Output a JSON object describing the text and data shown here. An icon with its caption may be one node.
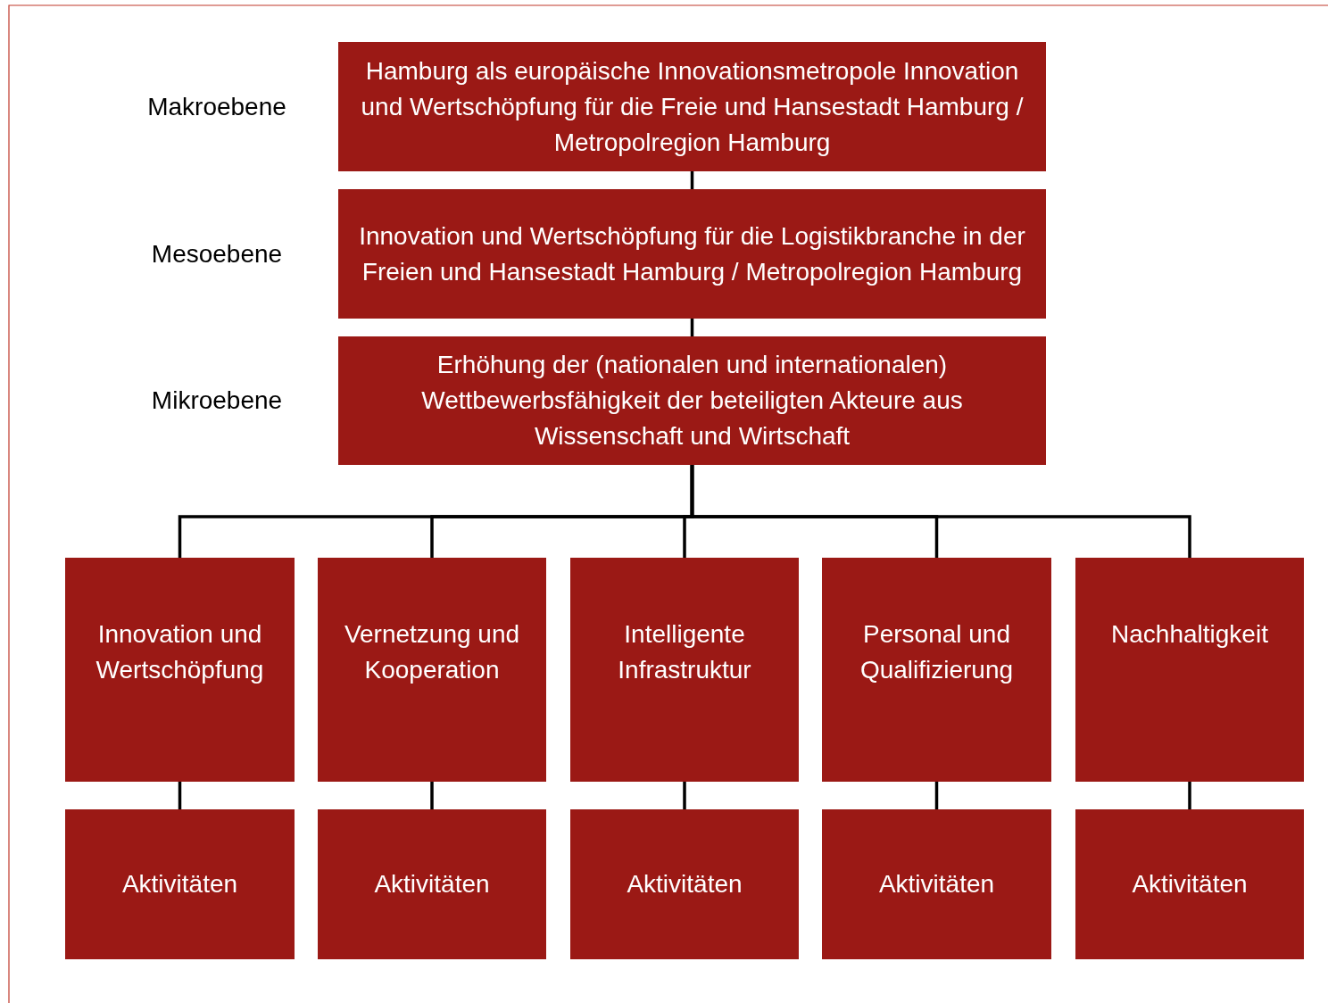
{
  "diagram": {
    "nodes": [
      {
        "text": [
          "Hamburg als europäische Innovationsmetropole Innovation und Wertschöpfung für die Freie und Hansestadt Hamburg / Metropolregion Hamburg"
        ],
        "beside": [
          "Makroebene"
        ]
      },
      {
        "text": [
          "Innovation und Wertschöpfung für die Logistikbranche in der Freien und Hansestadt Hamburg / Metropolregion Hamburg"
        ],
        "beside": [
          "Mesoebene"
        ]
      },
      {
        "text": [
          "Erhöhung der (nationalen und internationalen) Wettbewerbsfähigkeit der beteiligten Akteure aus Wissenschaft und Wirtschaft"
        ],
        "beside": [
          "Mikroebene"
        ]
      },
      {
        "text": [
          "Innovation und Wertschöpfung"
        ]
      },
      {
        "text": [
          "Vernetzung und Kooperation"
        ]
      },
      {
        "text": [
          "Intelligente Infrastruktur"
        ]
      },
      {
        "text": [
          "Personal und Qualifizierung"
        ]
      },
      {
        "text": [
          "Nachhaltigkeit"
        ]
      },
      {
        "text": [
          "Aktivitäten"
        ]
      },
      {
        "text": [
          "Aktivitäten"
        ]
      },
      {
        "text": [
          "Aktivitäten"
        ]
      },
      {
        "text": [
          "Aktivitäten"
        ]
      },
      {
        "text": [
          "Aktivitäten"
        ]
      }
    ],
    "edges": [
      {
        "from": 0,
        "to": 1,
        "arrow": "none"
      },
      {
        "from": 1,
        "to": 2,
        "arrow": "none"
      },
      {
        "from": 2,
        "to": 3,
        "arrow": "none"
      },
      {
        "from": 2,
        "to": 4,
        "arrow": "none"
      },
      {
        "from": 2,
        "to": 5,
        "arrow": "none"
      },
      {
        "from": 2,
        "to": 6,
        "arrow": "none"
      },
      {
        "from": 2,
        "to": 7,
        "arrow": "none"
      },
      {
        "from": 3,
        "to": 8,
        "arrow": "none"
      },
      {
        "from": 4,
        "to": 9,
        "arrow": "none"
      },
      {
        "from": 5,
        "to": 10,
        "arrow": "none"
      },
      {
        "from": 6,
        "to": 11,
        "arrow": "none"
      },
      {
        "from": 7,
        "to": 12,
        "arrow": "none"
      }
    ]
  }
}
